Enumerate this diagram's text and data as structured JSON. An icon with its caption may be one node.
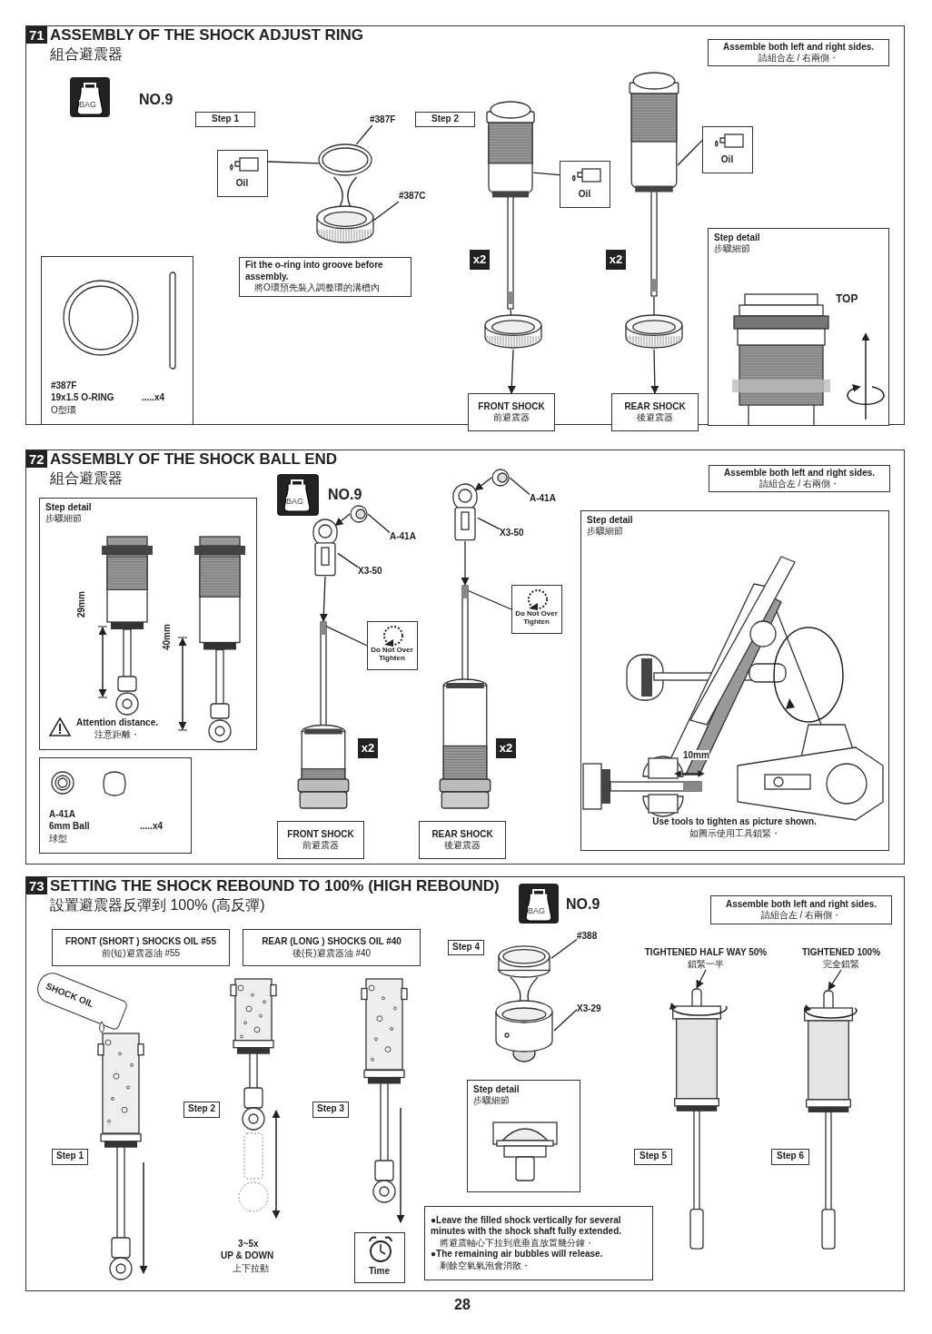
{
  "diagram": {
    "nodes": [
      {
        "text": [
          "71",
          "ASSEMBLY OF THE SHOCK ADJUST RING",
          "組合避震器"
        ]
      },
      {
        "text": [
          "BAG"
        ],
        "beside": [
          "NO.9"
        ],
        "in": 0
      },
      {
        "text": [
          "Step 1"
        ],
        "in": 0
      },
      {
        "text": [
          "Step 2"
        ],
        "in": 0
      },
      {
        "text": [
          "Assemble both left and right sides.",
          "請組合左 / 右兩側・"
        ],
        "in": 0
      },
      {
        "text": [
          "Oil"
        ],
        "in": 0
      },
      {
        "text": [
          "#387F"
        ],
        "in": 0
      },
      {
        "text": [
          "#387C"
        ],
        "in": 0
      },
      {
        "text": [],
        "shape": "picture",
        "in": 0
      },
      {
        "text": [],
        "shape": "picture",
        "in": 0
      },
      {
        "text": [
          "Fit the o-ring into groove before assembly.",
          "將O環預先裝入調整環的溝槽內"
        ],
        "in": 0
      },
      {
        "text": [
          "#387F",
          "19x1.5 O-RING",
          ".....x4",
          "O型環"
        ],
        "in": 0
      },
      {
        "text": [],
        "shape": "picture",
        "in": 0
      },
      {
        "text": [
          "Oil"
        ],
        "in": 0
      },
      {
        "text": [],
        "shape": "picture",
        "in": 0
      },
      {
        "text": [
          "Oil"
        ],
        "in": 0
      },
      {
        "text": [
          "x2"
        ],
        "in": 0
      },
      {
        "text": [
          "x2"
        ],
        "in": 0
      },
      {
        "text": [],
        "shape": "picture",
        "in": 0
      },
      {
        "text": [],
        "shape": "picture",
        "in": 0
      },
      {
        "text": [
          "FRONT SHOCK",
          "前避震器"
        ],
        "in": 0
      },
      {
        "text": [
          "REAR SHOCK",
          "後避震器"
        ],
        "in": 0
      },
      {
        "text": [
          "Step detail",
          "步驟細節"
        ],
        "in": 0
      },
      {
        "text": [
          "72",
          "ASSEMBLY OF THE SHOCK BALL END",
          "組合避震器"
        ]
      },
      {
        "text": [
          "Step detail",
          "步驟細節",
          "Attention distance.",
          "注意距離・"
        ],
        "in": 23
      },
      {
        "text": [
          "A-41A",
          "6mm Ball",
          ".....x4",
          "球型"
        ],
        "in": 23
      },
      {
        "text": [
          "BAG"
        ],
        "beside": [
          "NO.9"
        ],
        "in": 23
      },
      {
        "text": [
          "A-41A"
        ],
        "in": 23
      },
      {
        "text": [
          "X3-50"
        ],
        "in": 23
      },
      {
        "text": [],
        "shape": "picture",
        "in": 23
      },
      {
        "text": [],
        "shape": "picture",
        "in": 23
      },
      {
        "text": [
          "Do Not Over Tighten"
        ],
        "in": 23
      },
      {
        "text": [],
        "shape": "picture",
        "in": 23
      },
      {
        "text": [
          "x2"
        ],
        "in": 23
      },
      {
        "text": [
          "FRONT SHOCK",
          "前避震器"
        ],
        "in": 23
      },
      {
        "text": [
          "A-41A"
        ],
        "in": 23
      },
      {
        "text": [
          "X3-50"
        ],
        "in": 23
      },
      {
        "text": [],
        "shape": "picture",
        "in": 23
      },
      {
        "text": [],
        "shape": "picture",
        "in": 23
      },
      {
        "text": [
          "Do Not Over Tighten"
        ],
        "in": 23
      },
      {
        "text": [],
        "shape": "picture",
        "in": 23
      },
      {
        "text": [
          "x2"
        ],
        "in": 23
      },
      {
        "text": [
          "REAR SHOCK",
          "後避震器"
        ],
        "in": 23
      },
      {
        "text": [
          "Assemble both left and right sides.",
          "請組合左 / 右兩側・"
        ],
        "in": 23
      },
      {
        "text": [
          "Step detail",
          "步驟細節",
          "Use tools to tighten as picture shown.",
          "如圖示使用工具鎖緊・"
        ],
        "in": 23
      },
      {
        "text": [
          "73",
          "SETTING THE SHOCK REBOUND TO 100% (HIGH REBOUND)",
          "設置避震器反彈到 100% (高反彈)"
        ]
      },
      {
        "text": [
          "BAG"
        ],
        "beside": [
          "NO.9"
        ],
        "in": 45
      },
      {
        "text": [
          "Assemble both left and right sides.",
          "請組合左 / 右兩側・"
        ],
        "in": 45
      },
      {
        "text": [
          "FRONT (SHORT ) SHOCKS OIL #55",
          "前(短)避震器油 #55"
        ],
        "in": 45
      },
      {
        "text": [
          "REAR (LONG ) SHOCKS OIL #40",
          "後(長)避震器油 #40"
        ],
        "in": 45
      },
      {
        "text": [
          "SHOCK OIL"
        ],
        "in": 45
      },
      {
        "text": [
          "Step 1"
        ],
        "in": 45
      },
      {
        "text": [
          "Step 2"
        ],
        "in": 45
      },
      {
        "text": [
          "Step 3"
        ],
        "in": 45
      },
      {
        "text": [
          "Time"
        ],
        "in": 45
      },
      {
        "text": [
          "Step 4"
        ],
        "in": 45
      },
      {
        "text": [
          "#388"
        ],
        "in": 45
      },
      {
        "text": [
          "X3-29"
        ],
        "in": 45
      },
      {
        "text": [],
        "shape": "picture",
        "in": 45
      },
      {
        "text": [],
        "shape": "picture",
        "in": 45
      },
      {
        "text": [
          "Step detail",
          "步驟細節"
        ],
        "in": 45
      },
      {
        "text": [
          "●Leave the filled shock vertically for several minutes with the shock shaft fully extended.",
          "將避震軸心下拉到底垂直放置幾分鐘・",
          "●The remaining air bubbles will release.",
          "剩餘空氣氣泡會消散・"
        ],
        "in": 45
      },
      {
        "text": [
          "Step 5"
        ],
        "in": 45
      },
      {
        "text": [
          "Step 6"
        ],
        "in": 45
      },
      {
        "text": [
          "TIGHTENED HALF WAY 50%",
          "鎖緊一半"
        ],
        "in": 45
      },
      {
        "text": [],
        "shape": "picture",
        "in": 45
      },
      {
        "text": [
          "TIGHTENED 100%",
          "完全鎖緊"
        ],
        "in": 45
      },
      {
        "text": [],
        "shape": "picture",
        "in": 45
      }
    ],
    "edges": [
      {
        "from": 5,
        "to": 8,
        "arrow": "none"
      },
      {
        "from": 6,
        "to": 8,
        "arrow": "none"
      },
      {
        "from": 7,
        "to": 9,
        "arrow": "none"
      },
      {
        "from": 8,
        "to": 9,
        "arrow": "to"
      },
      {
        "from": 8,
        "to": 9,
        "arrow": "to"
      },
      {
        "from": 13,
        "to": 12,
        "arrow": "none"
      },
      {
        "from": 15,
        "to": 14,
        "arrow": "none"
      },
      {
        "from": 12,
        "to": 18,
        "arrow": "none"
      },
      {
        "from": 18,
        "to": 20,
        "arrow": "to"
      },
      {
        "from": 14,
        "to": 19,
        "arrow": "none"
      },
      {
        "from": 19,
        "to": 21,
        "arrow": "to"
      },
      {
        "from": 27,
        "to": 29,
        "arrow": "none"
      },
      {
        "from": 28,
        "to": 30,
        "arrow": "none"
      },
      {
        "from": 29,
        "to": 30,
        "arrow": "to"
      },
      {
        "from": 30,
        "to": 32,
        "arrow": "to"
      },
      {
        "from": 31,
        "to": 32,
        "arrow": "none"
      },
      {
        "from": 35,
        "to": 37,
        "arrow": "none"
      },
      {
        "from": 36,
        "to": 38,
        "arrow": "none"
      },
      {
        "from": 37,
        "to": 38,
        "arrow": "to"
      },
      {
        "from": 38,
        "to": 40,
        "arrow": "to"
      },
      {
        "from": 39,
        "to": 40,
        "arrow": "none"
      },
      {
        "from": 56,
        "to": 58,
        "arrow": "none"
      },
      {
        "from": 57,
        "to": 59,
        "arrow": "none"
      },
      {
        "from": 58,
        "to": 59,
        "arrow": "to"
      },
      {
        "from": 58,
        "to": 59,
        "arrow": "to"
      },
      {
        "from": 64,
        "to": 65,
        "arrow": "to"
      },
      {
        "from": 66,
        "to": 67,
        "arrow": "to"
      }
    ],
    "labels": [
      "TOP",
      "29mm",
      "40mm",
      "10mm",
      "3~5x",
      "UP & DOWN",
      "上下拉動",
      "28"
    ]
  }
}
